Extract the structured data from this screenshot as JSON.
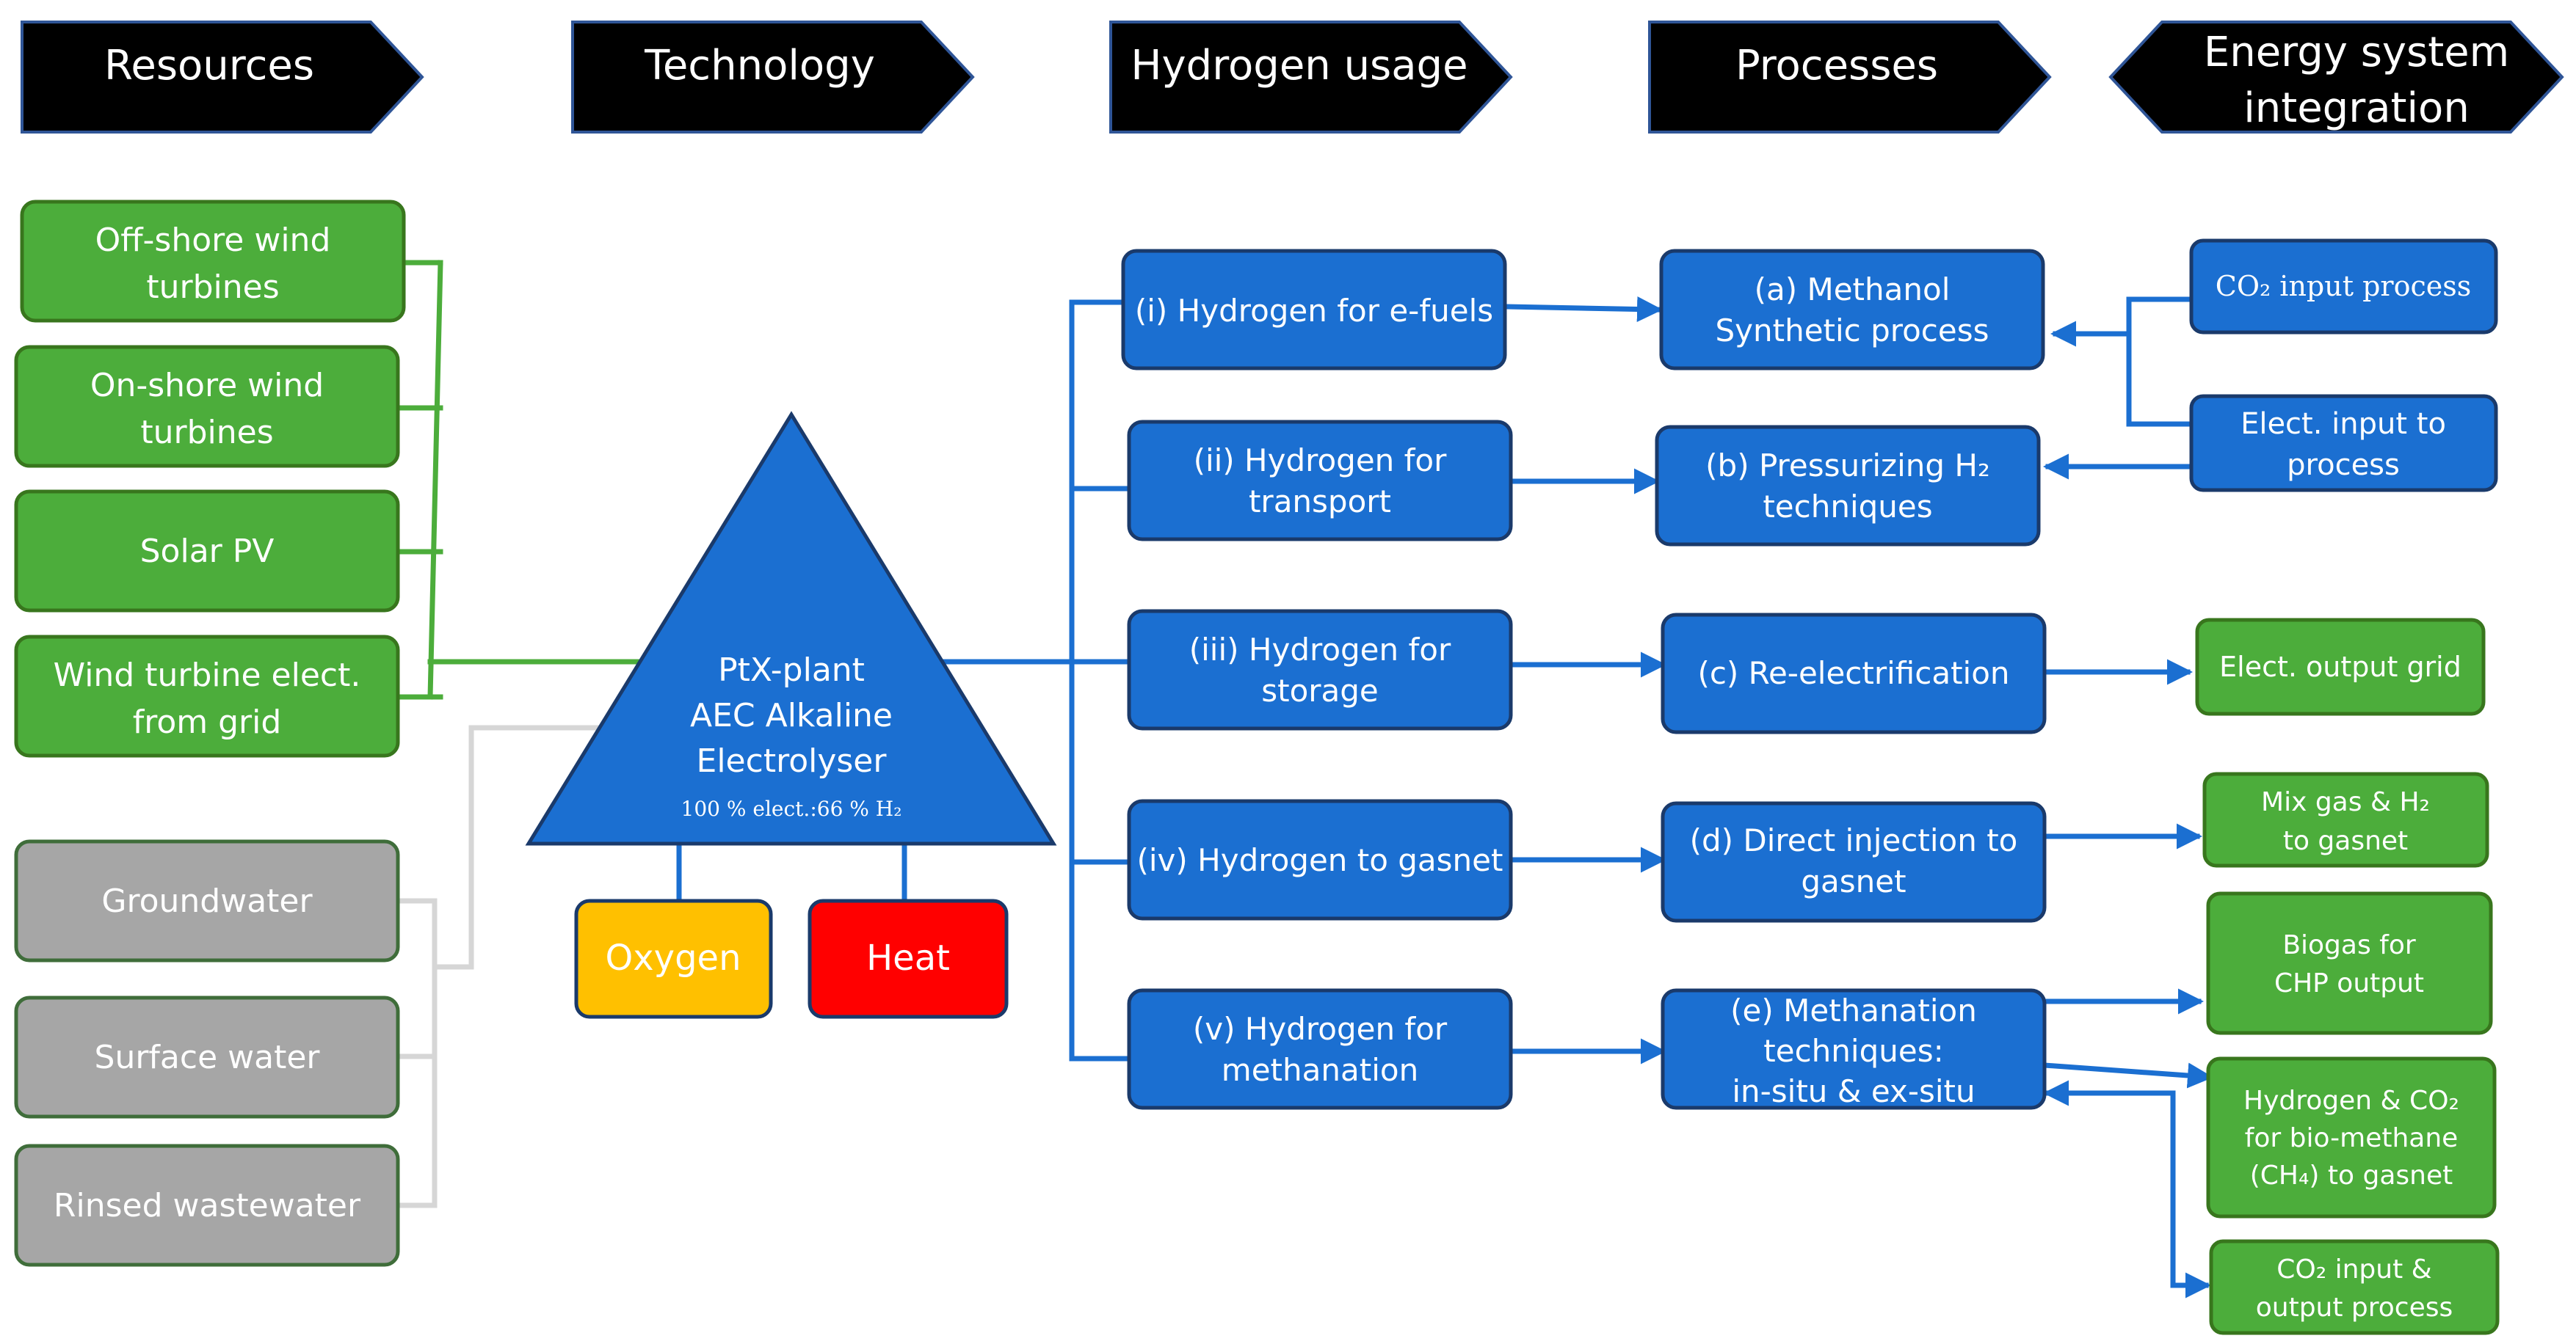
{
  "headers": [
    {
      "lines": [
        "Resources"
      ]
    },
    {
      "lines": [
        "Technology"
      ]
    },
    {
      "lines": [
        "Hydrogen usage"
      ]
    },
    {
      "lines": [
        "Processes"
      ]
    },
    {
      "lines": [
        "Energy system",
        "integration"
      ]
    }
  ],
  "resources": {
    "renewable": [
      {
        "lines": [
          "Off-shore wind",
          "turbines"
        ]
      },
      {
        "lines": [
          "On-shore wind",
          "turbines"
        ]
      },
      {
        "lines": [
          "Solar PV"
        ]
      },
      {
        "lines": [
          "Wind turbine elect.",
          "from grid"
        ]
      }
    ],
    "water": [
      {
        "lines": [
          "Groundwater"
        ]
      },
      {
        "lines": [
          "Surface water"
        ]
      },
      {
        "lines": [
          "Rinsed wastewater"
        ]
      }
    ]
  },
  "plant": {
    "lines": [
      "PtX-plant",
      "AEC Alkaline",
      "Electrolyser"
    ],
    "efficiency": "100 % elect.:66 % H₂"
  },
  "byproducts": {
    "oxygen": "Oxygen",
    "heat": "Heat"
  },
  "usage": [
    {
      "lines": [
        "(i) Hydrogen for e-fuels"
      ]
    },
    {
      "lines": [
        "(ii) Hydrogen for",
        "transport"
      ]
    },
    {
      "lines": [
        "(iii) Hydrogen for",
        "storage"
      ]
    },
    {
      "lines": [
        "(iv) Hydrogen to gasnet"
      ]
    },
    {
      "lines": [
        "(v) Hydrogen for",
        "methanation"
      ]
    }
  ],
  "processes": [
    {
      "lines": [
        "(a) Methanol",
        "Synthetic process"
      ]
    },
    {
      "lines": [
        "(b) Pressurizing H₂",
        "techniques"
      ]
    },
    {
      "lines": [
        "(c) Re-electrification"
      ]
    },
    {
      "lines": [
        "(d) Direct injection to",
        "gasnet"
      ]
    },
    {
      "lines": [
        "(e) Methanation",
        "techniques:",
        "in-situ & ex-situ"
      ]
    }
  ],
  "integration_inputs": [
    {
      "lines": [
        "CO₂ input process"
      ]
    },
    {
      "lines": [
        "Elect. input to",
        "process"
      ]
    }
  ],
  "integration_outputs": [
    {
      "lines": [
        "Elect. output grid"
      ]
    },
    {
      "lines": [
        "Mix gas & H₂",
        "to gasnet"
      ]
    },
    {
      "lines": [
        "Biogas for",
        "CHP output"
      ]
    },
    {
      "lines": [
        "Hydrogen & CO₂",
        "for bio-methane",
        "(CH₄) to gasnet"
      ]
    },
    {
      "lines": [
        "CO₂ input &",
        "output process"
      ]
    }
  ],
  "colors": {
    "header": "#000000",
    "header_border": "#2f5597",
    "green": "#4cad3b",
    "green_border": "#38761d",
    "gray": "#a6a6a6",
    "gray_border": "#3f6d3a",
    "blue": "#1b6fd1",
    "blue_border": "#1a3a6b",
    "connector_blue": "#1b6fd1",
    "connector_green": "#4cad3b",
    "connector_gray": "#d6d6d6",
    "oxygen": "#ffc000",
    "heat": "#ff0000"
  }
}
